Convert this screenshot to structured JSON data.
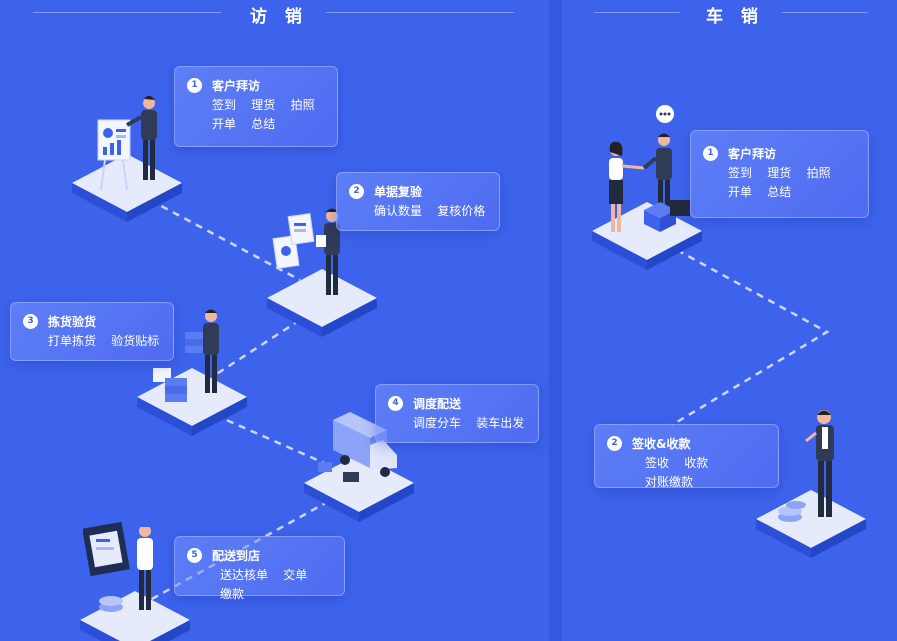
{
  "left_section": {
    "title": "访 销",
    "steps": [
      {
        "num": "1",
        "title": "客户拜访",
        "items": [
          "签到",
          "理货",
          "拍照",
          "开单",
          "总结"
        ]
      },
      {
        "num": "2",
        "title": "单据复验",
        "items": [
          "确认数量",
          "复核价格"
        ]
      },
      {
        "num": "3",
        "title": "拣货验货",
        "items": [
          "打单拣货",
          "验货贴标"
        ]
      },
      {
        "num": "4",
        "title": "调度配送",
        "items": [
          "调度分车",
          "装车出发"
        ]
      },
      {
        "num": "5",
        "title": "配送到店",
        "items": [
          "送达核单",
          "交单",
          "缴款"
        ]
      }
    ]
  },
  "right_section": {
    "title": "车 销",
    "steps": [
      {
        "num": "1",
        "title": "客户拜访",
        "items": [
          "签到",
          "理货",
          "拍照",
          "开单",
          "总结"
        ]
      },
      {
        "num": "2",
        "title": "签收&收款",
        "items": [
          "签收",
          "收款",
          "对账缴款"
        ]
      }
    ]
  },
  "colors": {
    "background": "#3d63ec",
    "divider": "#3558e0",
    "tile_top": "#e6ebfb",
    "tile_side": "#2d4fd8"
  },
  "icons": [
    "presenter-icon",
    "clipboard-person-icon",
    "box-carrier-icon",
    "delivery-truck-icon",
    "courier-icon",
    "handshake-icon",
    "chat-bubble-icon",
    "payment-person-icon",
    "coins-icon"
  ]
}
